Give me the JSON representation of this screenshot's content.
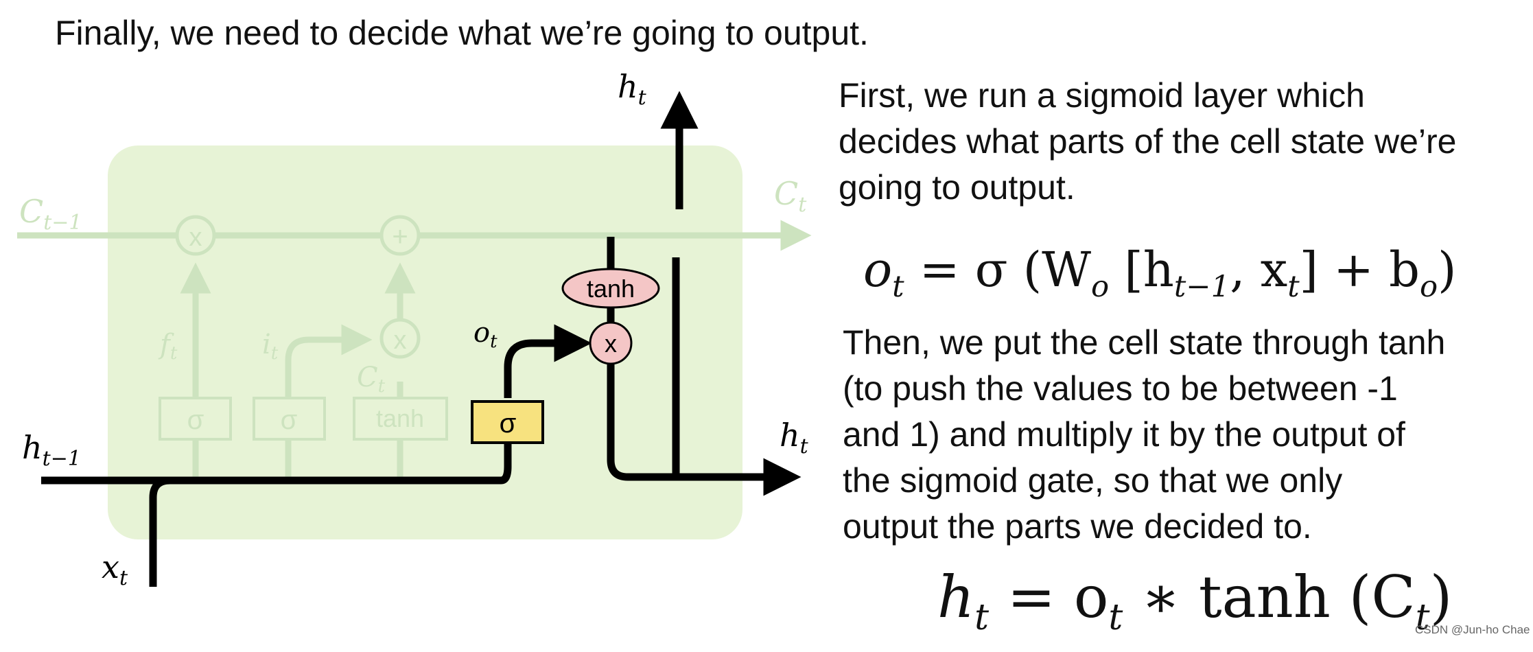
{
  "heading": "Finally, we need to decide what we’re going to output.",
  "paragraph1": [
    "First, we run a sigmoid layer which",
    "decides what parts of the cell state we’re",
    "going to output."
  ],
  "paragraph2": [
    "Then, we put the cell state through tanh",
    "(to push the values to be between -1",
    "and 1) and multiply it by the output of",
    "the sigmoid gate, so that we only",
    "output the parts we decided to."
  ],
  "equation1": {
    "lhs": "o",
    "lhs_sub": "t",
    "eq": " = σ (W",
    "w_sub": "o",
    "open": " [h",
    "h_sub": "t−1",
    "comma": ", x",
    "x_sub": "t",
    "close": "]  +  b",
    "b_sub": "o",
    "end": ")"
  },
  "equation2": {
    "lhs": "h",
    "lhs_sub": "t",
    "eq": " = o",
    "o_sub": "t",
    "mid": " ∗ tanh (C",
    "c_sub": "t",
    "end": ")"
  },
  "diagram": {
    "labels": {
      "c_prev": "C",
      "c_prev_sub": "t−1",
      "c_next": "C",
      "c_next_sub": "t",
      "h_prev": "h",
      "h_prev_sub": "t−1",
      "x_in": "x",
      "x_in_sub": "t",
      "h_top": "h",
      "h_top_sub": "t",
      "h_right": "h",
      "h_right_sub": "t",
      "o_gate": "o",
      "o_gate_sub": "t",
      "f_faded": "f",
      "f_faded_sub": "t",
      "i_faded": "i",
      "i_faded_sub": "t",
      "c_tilde_faded": "C",
      "c_tilde_faded_sub": "t"
    },
    "gates": {
      "sigma": "σ",
      "tanh": "tanh",
      "times": "x",
      "plus": "+"
    },
    "colors": {
      "cell_bg": "#e7f3d6",
      "active": "#000000",
      "faded": "#cde3bf",
      "sigma_fill": "#f7e27f",
      "pink_fill": "#f4c6c6"
    }
  },
  "watermark": "CSDN @Jun-ho Chae"
}
